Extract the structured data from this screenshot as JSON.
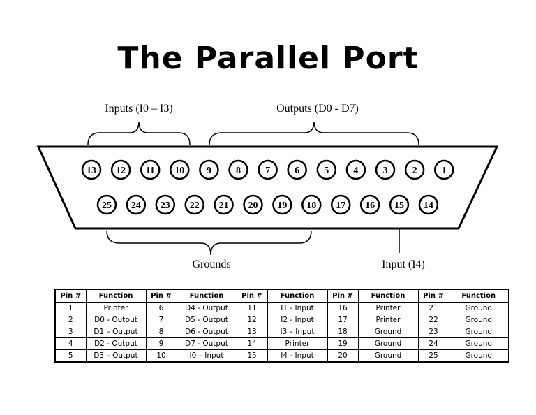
{
  "title": "The Parallel Port",
  "labels": {
    "inputs": "Inputs (I0 – I3)",
    "outputs": "Outputs (D0 - D7)",
    "grounds": "Grounds",
    "input4": "Input (I4)"
  },
  "pins": {
    "top_row": [
      "13",
      "12",
      "11",
      "10",
      "9",
      "8",
      "7",
      "6",
      "5",
      "4",
      "3",
      "2",
      "1"
    ],
    "bottom_row": [
      "25",
      "24",
      "23",
      "22",
      "21",
      "20",
      "19",
      "18",
      "17",
      "16",
      "15",
      "14"
    ]
  },
  "table": {
    "headers": [
      "Pin #",
      "Function",
      "Pin #",
      "Function",
      "Pin #",
      "Function",
      "Pin #",
      "Function",
      "Pin #",
      "Function"
    ],
    "rows": [
      [
        "1",
        "Printer",
        "6",
        "D4 - Output",
        "11",
        "I1 - Input",
        "16",
        "Printer",
        "21",
        "Ground"
      ],
      [
        "2",
        "D0 - Output",
        "7",
        "D5 - Output",
        "12",
        "I2 - Input",
        "17",
        "Printer",
        "22",
        "Ground"
      ],
      [
        "3",
        "D1 – Output",
        "8",
        "D6 - Output",
        "13",
        "I3 – Input",
        "18",
        "Ground",
        "23",
        "Ground"
      ],
      [
        "4",
        "D2 - Output",
        "9",
        "D7 - Output",
        "14",
        "Printer",
        "19",
        "Ground",
        "24",
        "Ground"
      ],
      [
        "5",
        "D3 – Output",
        "10",
        "I0 – Input",
        "15",
        "I4 - Input",
        "20",
        "Ground",
        "25",
        "Ground"
      ]
    ]
  }
}
